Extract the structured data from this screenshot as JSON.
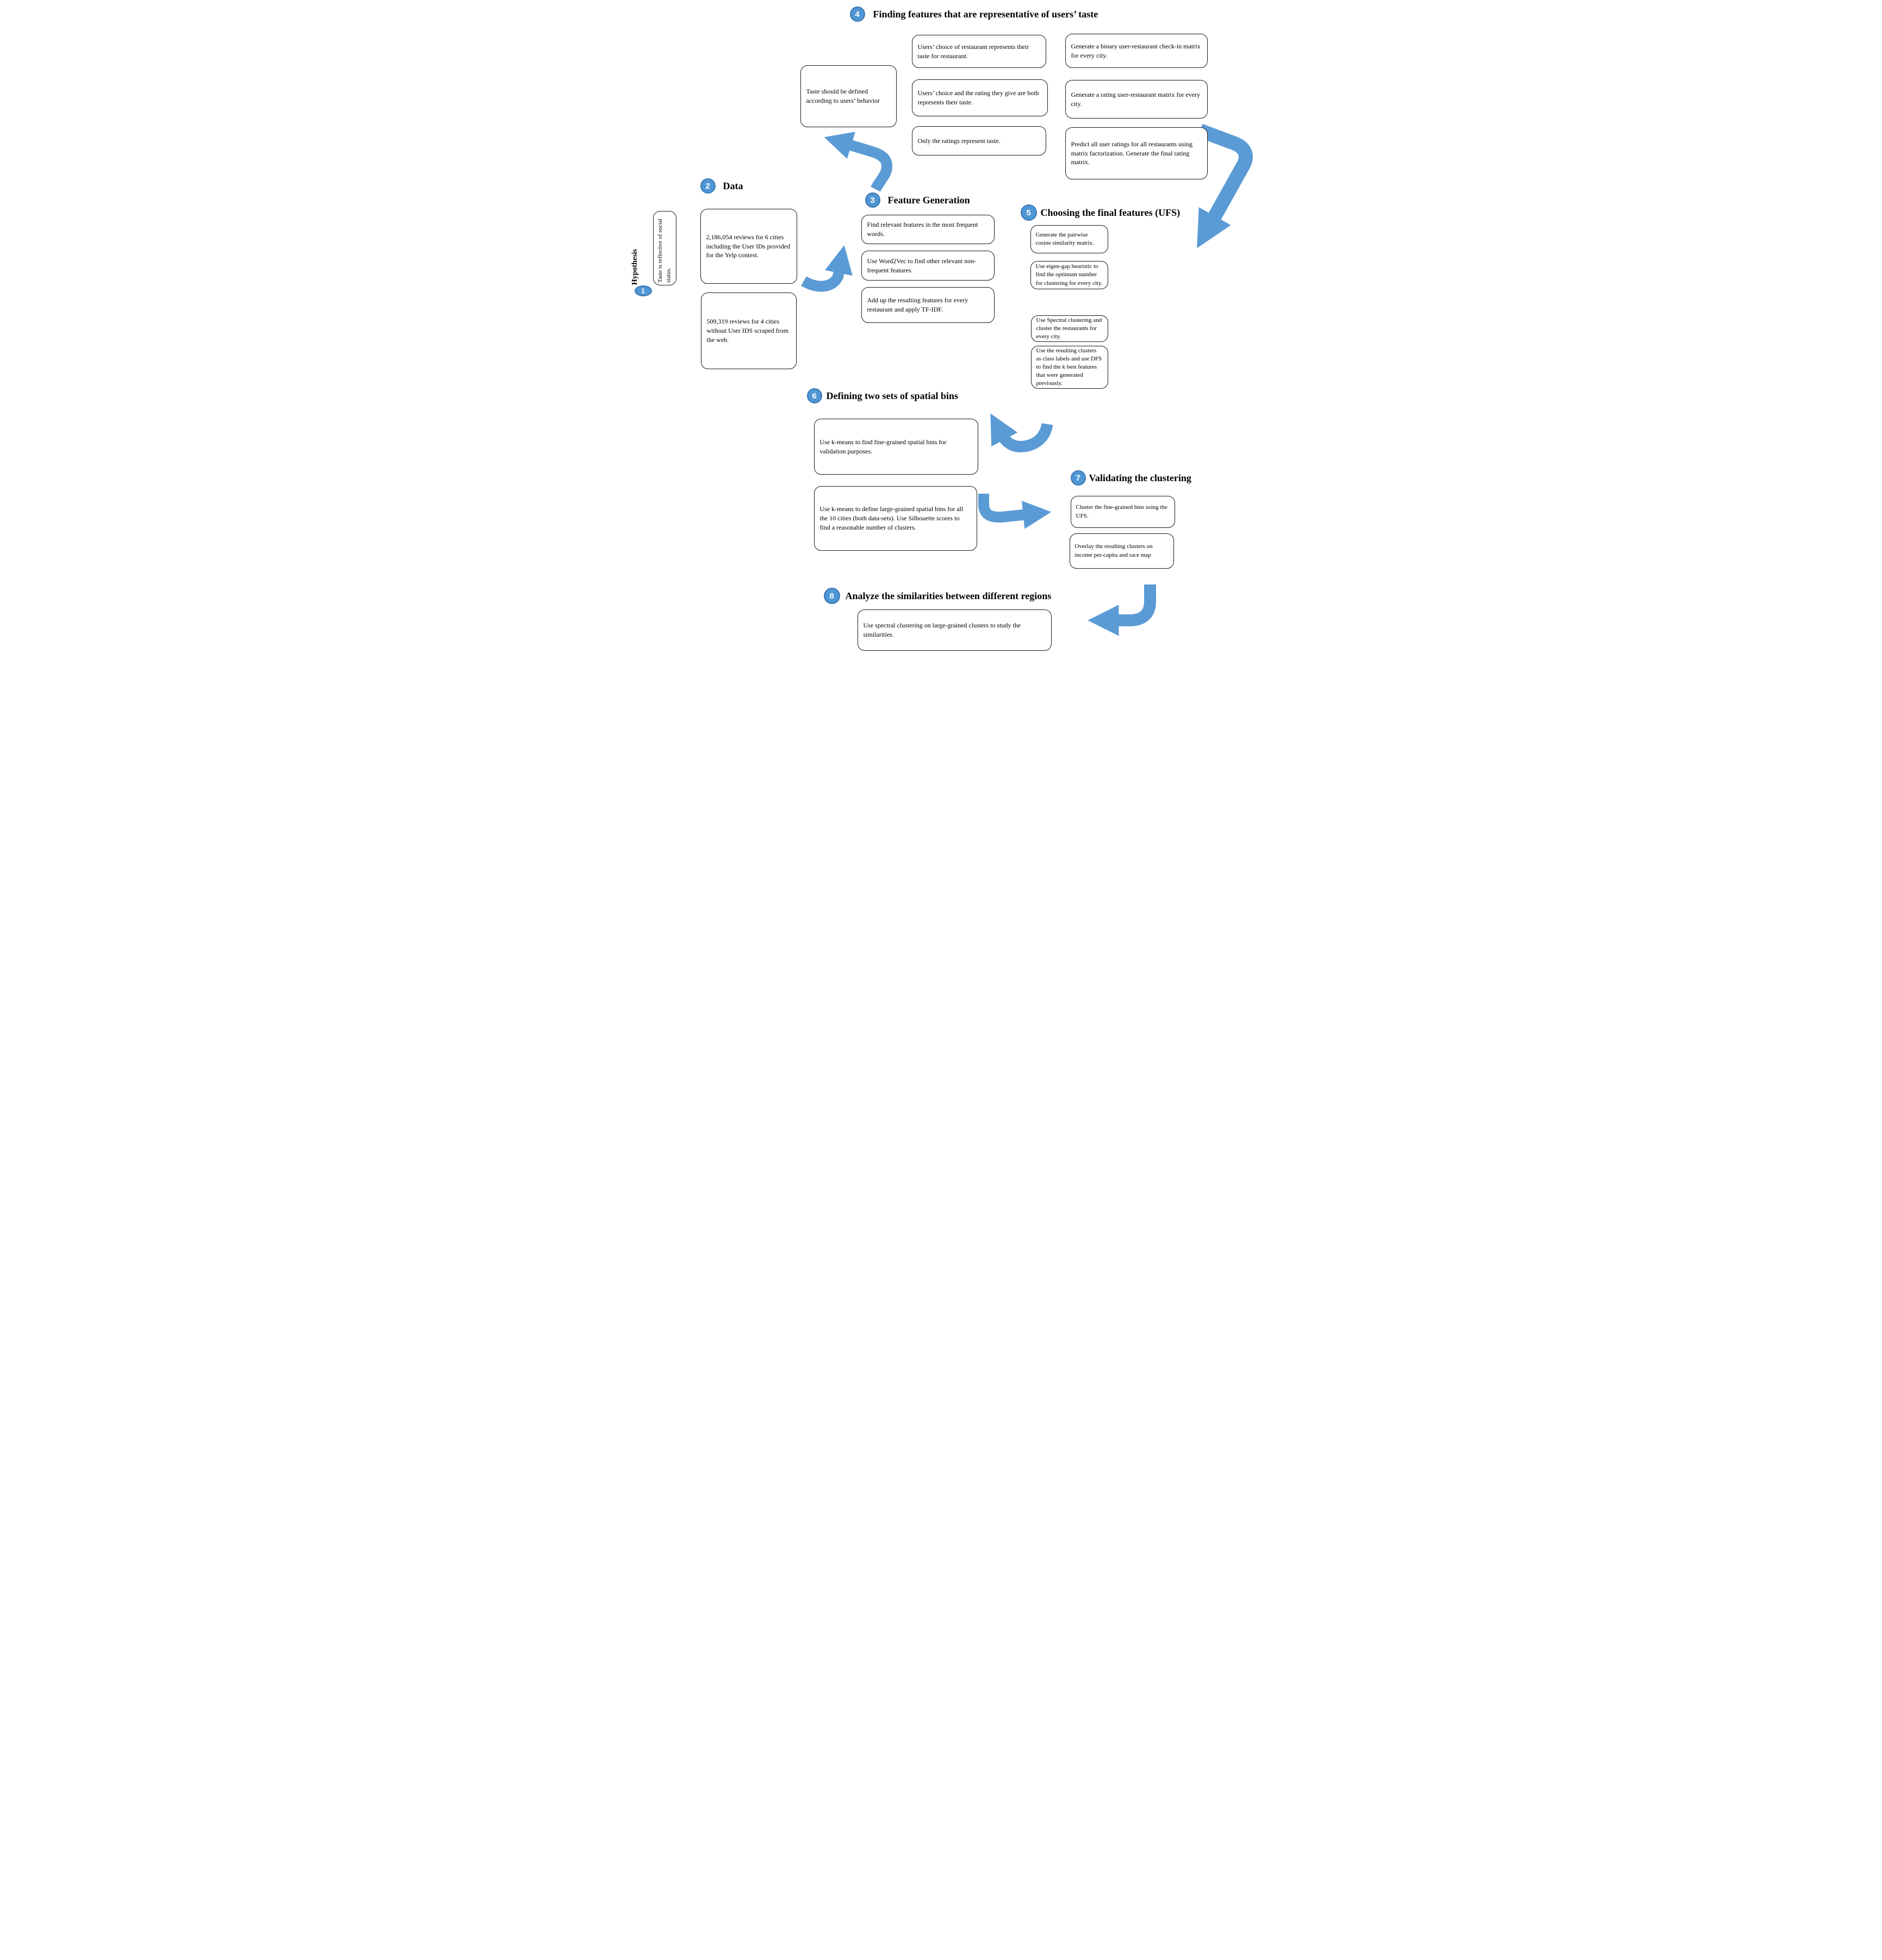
{
  "colors": {
    "arrow_blue": "#5b9bd5",
    "badge_blue": "#4f96d5",
    "badge_border": "#3c79b4",
    "box_border": "#1b1b1b"
  },
  "steps": {
    "s1": {
      "number": "1",
      "title": "Hypothesis",
      "box": "Taste is reflective of social status."
    },
    "s2": {
      "number": "2",
      "title": "Data",
      "boxes": [
        "2,186,054 reviews for 6 cities including the User IDs provided for the Yelp contest.",
        "509,319 reviews for 4 cities without User IDS scraped from the web."
      ]
    },
    "s3": {
      "number": "3",
      "title": "Feature Generation",
      "boxes": [
        "Find relevant features in the most frequent words.",
        "Use Word2Vec to find other relevant non-frequent features.",
        "Add up the resulting features for every restaurant and apply TF-IDF."
      ]
    },
    "s4": {
      "number": "4",
      "title": "Finding features that are representative of users’ taste",
      "hypothesis_box": "Taste should be defined according to users’ behavior",
      "left_boxes": [
        "Users’ choice of restaurant represents their taste for restaurant.",
        "Users’ choice and the rating they give are both represents their taste.",
        "Only the ratings represent taste."
      ],
      "right_boxes": [
        "Generate a binary user-restaurant check-in matrix for every city.",
        "Generate a rating user-restaurant matrix for every city.",
        "Predict all user ratings for all restaurants using matrix factorization. Generate the final rating matrix."
      ]
    },
    "s5": {
      "number": "5",
      "title": "Choosing the final features (UFS)",
      "boxes": [
        "Generate the pairwise cosine similarity matrix.",
        "Use eigen-gap heuristic to find the optimum number for clustering for every city.",
        "Use Spectral clustering and cluster the restaurants for every city.",
        "Use the resulting clusters as class labels and use DFS to find the k best features that were generated previously."
      ]
    },
    "s6": {
      "number": "6",
      "title": "Defining two sets of spatial bins",
      "boxes": [
        "Use k-means to find fine-grained spatial bins for validation purposes.",
        "Use k-means to define large-grained spatial bins for all the 10 cities (both data-sets). Use Silhouette scores to find a reasonable number of clusters."
      ]
    },
    "s7": {
      "number": "7",
      "title": "Validating the clustering",
      "boxes": [
        "Cluster the fine-grained bins using the UFS.",
        "Overlay the resulting clusters on income per-capita and race map"
      ]
    },
    "s8": {
      "number": "8",
      "title": "Analyze the similarities between different regions",
      "boxes": [
        "Use spectral clustering on large-grained clusters to study the similarities."
      ]
    }
  }
}
